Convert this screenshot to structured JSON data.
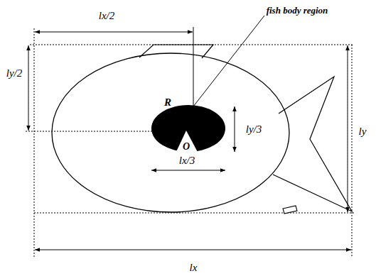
{
  "diagram": {
    "labels": [
      "lx/2",
      "fish body region",
      "ly/2",
      "R",
      "O",
      "ly/3",
      "lx/3",
      "ly",
      "lx"
    ]
  }
}
